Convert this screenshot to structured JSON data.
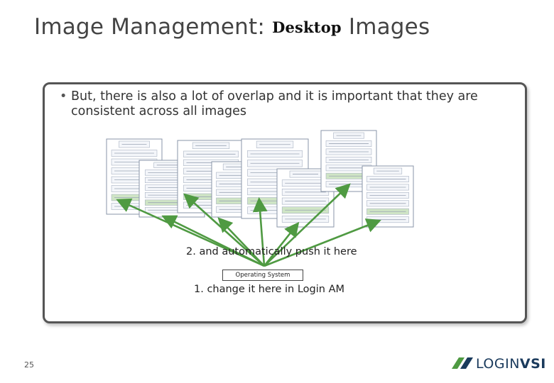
{
  "slide": {
    "title_pre": "Image Management: ",
    "title_serif": "Desktop",
    "title_post": " Images",
    "bullet": "But, there is also a lot of overlap and it is important that they are consistent across all images",
    "label_push": "2. and automatically push it here",
    "label_change": "1. change it here in Login AM",
    "os_box": "Operating System",
    "slide_number": "25",
    "logo_text_light": "LOGIN",
    "logo_text_bold": "VSI"
  },
  "colors": {
    "arrow": "#4f9a42",
    "box_border": "#8a96a8",
    "box_fill": "#f4f6fa",
    "highlight_row": "#cfe5c5",
    "logo_dark": "#1a3a5c",
    "logo_green": "#4f9a42"
  }
}
